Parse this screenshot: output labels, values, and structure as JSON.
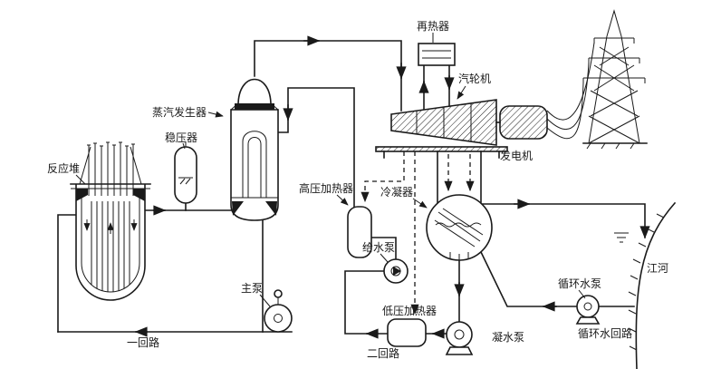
{
  "labels": {
    "reactor": "反应堆",
    "pressurizer": "稳压器",
    "steam_generator": "蒸汽发生器",
    "reheater": "再热器",
    "turbine": "汽轮机",
    "generator": "发电机",
    "hp_heater": "高压加热器",
    "condenser": "冷凝器",
    "feedwater_pump": "给水泵",
    "main_pump": "主泵",
    "primary_loop": "一回路",
    "lp_heater": "低压加热器",
    "secondary_loop": "二回路",
    "condensate_pump": "凝水泵",
    "circulating_pump": "循环水泵",
    "circulating_loop": "循环水回路",
    "river": "江河"
  },
  "colors": {
    "line": "#1a1a1a",
    "background": "#ffffff"
  }
}
